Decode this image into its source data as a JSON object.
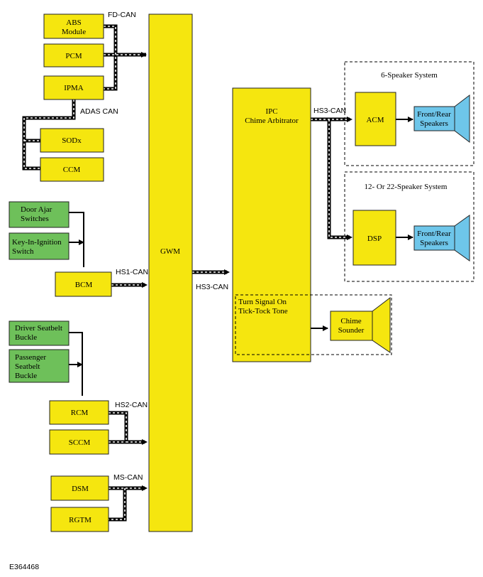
{
  "modules": {
    "abs": [
      "ABS",
      "Module"
    ],
    "pcm": [
      "PCM"
    ],
    "ipma": [
      "IPMA"
    ],
    "sodx": [
      "SODx"
    ],
    "ccm": [
      "CCM"
    ],
    "door_ajar": [
      "Door Ajar",
      "Switches"
    ],
    "key_in": [
      "Key-In-Ignition",
      "Switch"
    ],
    "bcm": [
      "BCM"
    ],
    "driver_seatbelt": [
      "Driver Seatbelt",
      "Buckle"
    ],
    "passenger_seatbelt": [
      "Passenger",
      "Seatbelt",
      "Buckle"
    ],
    "rcm": [
      "RCM"
    ],
    "sccm": [
      "SCCM"
    ],
    "dsm": [
      "DSM"
    ],
    "rgtm": [
      "RGTM"
    ],
    "gwm": [
      "GWM"
    ],
    "ipc": [
      "IPC",
      "Chime Arbitrator"
    ],
    "turn_signal": [
      "Turn Signal On",
      "Tick-Tock Tone"
    ],
    "chime": [
      "Chime",
      "Sounder"
    ],
    "acm": [
      "ACM"
    ],
    "dsp": [
      "DSP"
    ],
    "speakers_1": [
      "Front/Rear",
      "Speakers"
    ],
    "speakers_2": [
      "Front/Rear",
      "Speakers"
    ]
  },
  "bus_labels": {
    "fd_can": "FD-CAN",
    "adas_can": "ADAS CAN",
    "hs1_can": "HS1-CAN",
    "hs3_can_gwm": "HS3-CAN",
    "hs3_can_ipc": "HS3-CAN",
    "hs2_can": "HS2-CAN",
    "ms_can": "MS-CAN"
  },
  "groups": {
    "six_speaker": "6-Speaker System",
    "twelve_speaker": "12- Or 22-Speaker System"
  },
  "colors": {
    "module_yellow": "#f5e60f",
    "input_green": "#6ec05a",
    "speaker_blue": "#6ec6ea"
  },
  "figure_ref": "E364468"
}
